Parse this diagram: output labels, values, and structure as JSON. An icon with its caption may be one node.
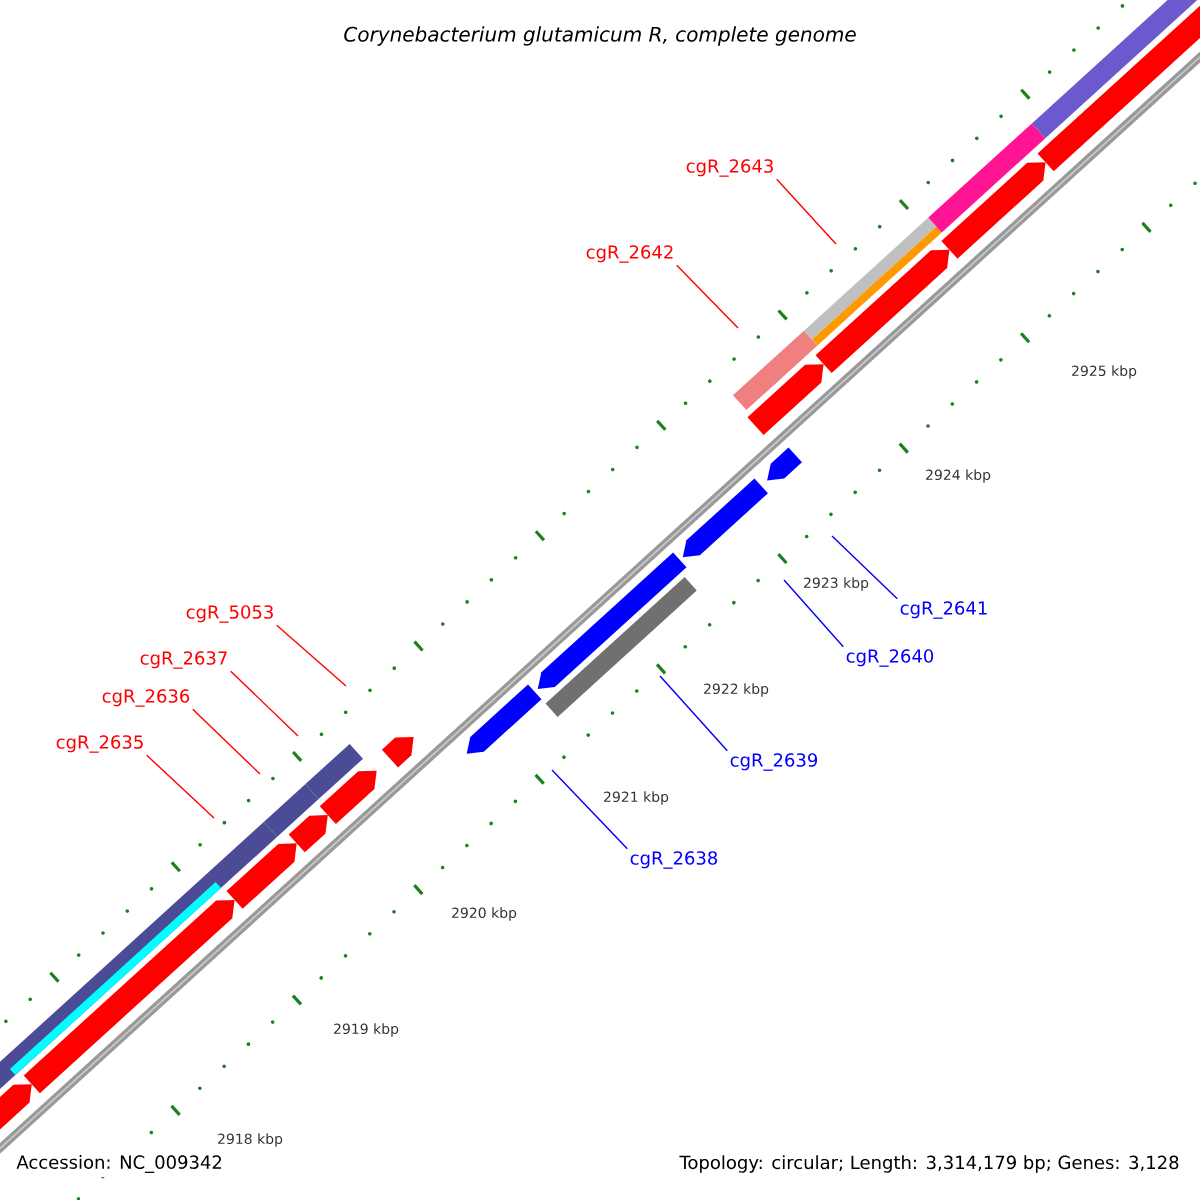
{
  "diagram": {
    "title": "Corynebacterium glutamicum R, complete genome",
    "nodes": [
      {
        "text": [
          "cgR_2643"
        ]
      },
      {
        "text": [
          "cgR_2642"
        ]
      },
      {
        "text": [
          "cgR_5053"
        ]
      },
      {
        "text": [
          "cgR_2637"
        ]
      },
      {
        "text": [
          "cgR_2636"
        ]
      },
      {
        "text": [
          "cgR_2635"
        ]
      },
      {
        "text": [
          "cgR_2641"
        ]
      },
      {
        "text": [
          "cgR_2640"
        ]
      },
      {
        "text": [
          "cgR_2639"
        ]
      },
      {
        "text": [
          "cgR_2638"
        ]
      }
    ],
    "edges": [
      {
        "from": 0,
        "to": null,
        "arrow": "none"
      },
      {
        "from": 1,
        "to": null,
        "arrow": "none"
      },
      {
        "from": 2,
        "to": null,
        "arrow": "none"
      },
      {
        "from": 3,
        "to": null,
        "arrow": "none"
      },
      {
        "from": 4,
        "to": null,
        "arrow": "none"
      },
      {
        "from": 5,
        "to": null,
        "arrow": "none"
      },
      {
        "from": 6,
        "to": null,
        "arrow": "none",
        "color": "#0000ff"
      },
      {
        "from": 7,
        "to": null,
        "arrow": "none",
        "color": "#0000ff"
      },
      {
        "from": 8,
        "to": null,
        "arrow": "none",
        "color": "#0000ff"
      },
      {
        "from": 9,
        "to": null,
        "arrow": "none",
        "color": "#0000ff"
      }
    ],
    "labels": [
      "2925 kbp",
      "2924 kbp",
      "2923 kbp",
      "2922 kbp",
      "2921 kbp",
      "2920 kbp",
      "2919 kbp",
      "2918 kbp",
      "Accession: NC_009342",
      "Topology: circular; Length: 3,314,179 bp; Genes: 3,128"
    ]
  }
}
